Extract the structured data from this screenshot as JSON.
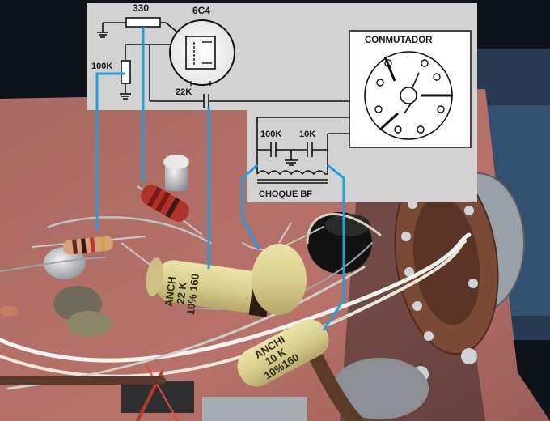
{
  "schematic": {
    "resistor_top": "330",
    "tube": "6C4",
    "resistor_left": "100K",
    "capacitor_mid": "22K",
    "capacitor_a": "100K",
    "capacitor_b": "10K",
    "choke": "CHOQUE BF",
    "switch_title": "CONMUTADOR"
  },
  "photo": {
    "capacitor_large_text": "ANCH\n22 K\n10% 160",
    "capacitor_small_text": "ANCHI\n10 K\n10%160"
  },
  "colors": {
    "chassis": "#b06a62",
    "schematic_panel": "#d2d2d2",
    "leader_lines": "#1fa0de",
    "capacitor_body": "#d9cf8e",
    "wafer_switch": "#7b4a34"
  }
}
